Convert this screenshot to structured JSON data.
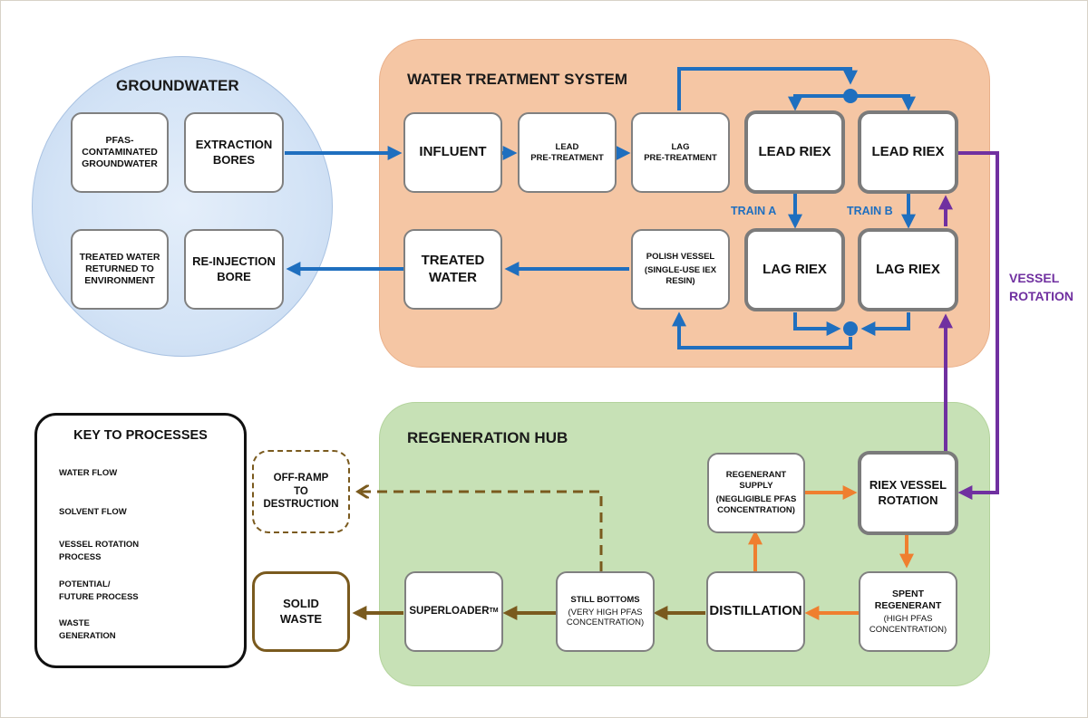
{
  "regions": {
    "groundwater": "GROUNDWATER",
    "water_treatment": "WATER TREATMENT SYSTEM",
    "regeneration_hub": "REGENERATION HUB"
  },
  "nodes": {
    "pfas_groundwater": "PFAS-\nCONTAMINATED\nGROUNDWATER",
    "extraction_bores": "EXTRACTION\nBORES",
    "treated_water_returned": "TREATED WATER\nRETURNED TO\nENVIRONMENT",
    "reinjection_bore": "RE-INJECTION\nBORE",
    "influent": "INFLUENT",
    "lead_pretreatment": "LEAD\nPRE-TREATMENT",
    "lag_pretreatment": "LAG\nPRE-TREATMENT",
    "lead_riex_a": "LEAD RIEX",
    "lead_riex_b": "LEAD RIEX",
    "lag_riex_a": "LAG RIEX",
    "lag_riex_b": "LAG RIEX",
    "treated_water": "TREATED\nWATER",
    "polish_vessel_title": "POLISH VESSEL",
    "polish_vessel_sub": "(SINGLE-USE IEX\nRESIN)",
    "regenerant_supply_title": "REGENERANT\nSUPPLY",
    "regenerant_supply_sub": "(NEGLIGIBLE PFAS\nCONCENTRATION)",
    "riex_vessel_rotation": "RIEX VESSEL\nROTATION",
    "spent_regenerant_title": "SPENT\nREGENERANT",
    "spent_regenerant_sub": "(HIGH PFAS\nCONCENTRATION)",
    "distillation": "DISTILLATION",
    "still_bottoms_title": "STILL BOTTOMS",
    "still_bottoms_sub": "(VERY HIGH PFAS\nCONCENTRATION)",
    "superloader": "SUPERLOADER",
    "superloader_tm": "TM",
    "solid_waste": "SOLID\nWASTE",
    "off_ramp": "OFF-RAMP\nTO\nDESTRUCTION"
  },
  "labels": {
    "train_a": "TRAIN A",
    "train_b": "TRAIN B",
    "vessel_rotation": "VESSEL\nROTATION"
  },
  "key": {
    "title": "KEY TO PROCESSES",
    "items": [
      {
        "label": "WATER FLOW",
        "color": "#1f6fbf",
        "style": "solid"
      },
      {
        "label": "SOLVENT FLOW",
        "color": "#ef7f2f",
        "style": "solid"
      },
      {
        "label": "VESSEL ROTATION\n PROCESS",
        "color": "#7030a0",
        "style": "solid"
      },
      {
        "label": "POTENTIAL/\nFUTURE PROCESS",
        "color": "#7a5a1e",
        "style": "dashed"
      },
      {
        "label": "WASTE\nGENERATION",
        "color": "#7a5a1e",
        "style": "solid"
      }
    ]
  },
  "colors": {
    "water": "#1f6fbf",
    "solvent": "#ef7f2f",
    "rotation": "#7030a0",
    "waste": "#7a5a1e"
  }
}
